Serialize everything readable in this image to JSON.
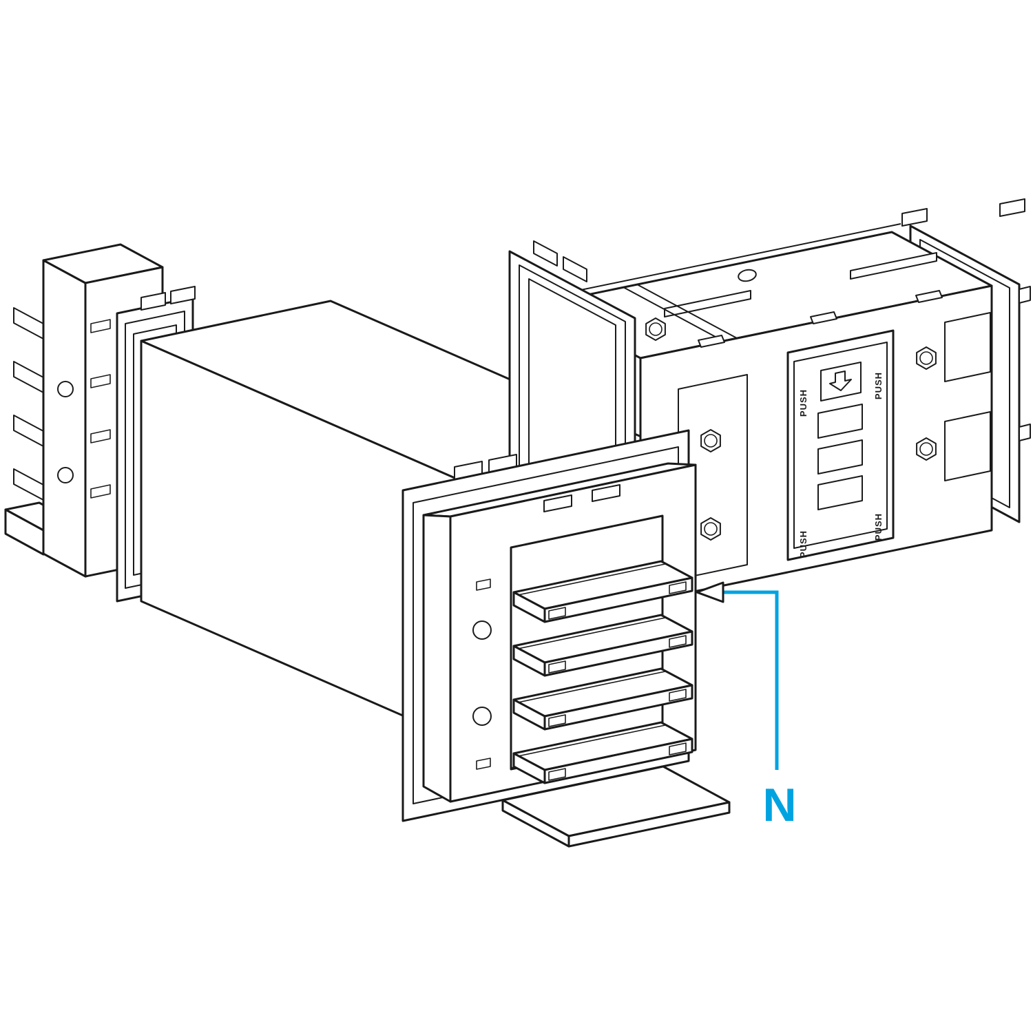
{
  "figure": {
    "subject": "busbar-trunking-tee-unit-isometric-line-drawing",
    "annotation": {
      "label": "N",
      "color": "#00A3E0"
    },
    "panel": {
      "push_label": "PUSH"
    },
    "colors": {
      "line": "#1A1A1A",
      "fill": "#FFFFFF",
      "neutral_top": "#41BAE4",
      "neutral_front": "#1489BD",
      "neutral_end": "#2AA5D4"
    }
  }
}
